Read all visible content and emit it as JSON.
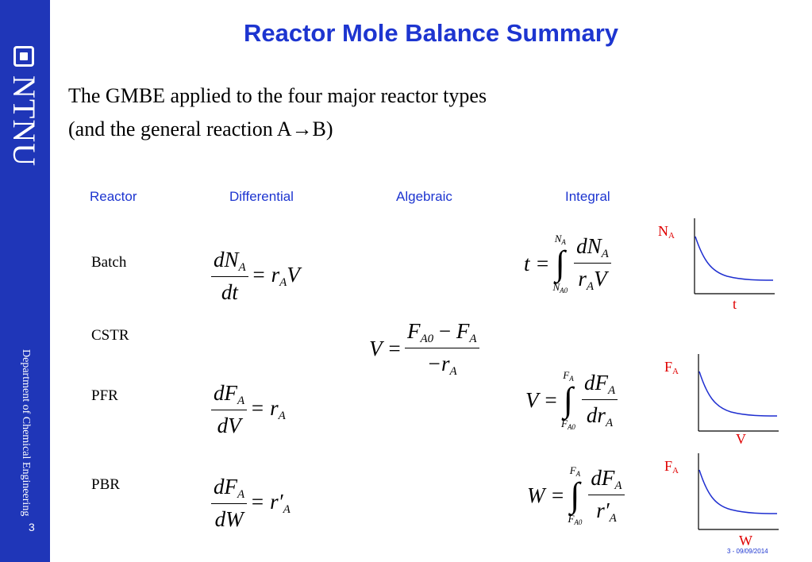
{
  "sidebar": {
    "brand": "NTNU",
    "department": "Department of Chemical Engineering",
    "page_number": "3",
    "logo_icon": "ntnu-logo-icon",
    "color": "#1f36b8"
  },
  "title": "Reactor Mole Balance Summary",
  "intro": {
    "line1": "The GMBE applied to the four major reactor types",
    "line2_prefix": "(and the general reaction A",
    "line2_arrow": "→",
    "line2_suffix": "B)"
  },
  "columns": {
    "reactor": "Reactor",
    "differential": "Differential",
    "algebraic": "Algebraic",
    "integral": "Integral"
  },
  "rows": {
    "batch": "Batch",
    "cstr": "CSTR",
    "pfr": "PFR",
    "pbr": "PBR"
  },
  "equations": {
    "batch_diff": {
      "num": "dN",
      "num_sub": "A",
      "den": "dt",
      "rhs": "= r",
      "rhs_sub": "A",
      "rhs_tail": "V"
    },
    "batch_int": {
      "lhs": "t =",
      "upper": "N",
      "upper_sub": "A",
      "lower": "N",
      "lower_sub": "A0",
      "num": "dN",
      "num_sub": "A",
      "den": "r",
      "den_sub": "A",
      "den_tail": "V"
    },
    "cstr_alg": {
      "lhs": "V =",
      "num_a": "F",
      "num_a_sub": "A0",
      "minus": " − ",
      "num_b": "F",
      "num_b_sub": "A",
      "den": "−r",
      "den_sub": "A"
    },
    "pfr_diff": {
      "num": "dF",
      "num_sub": "A",
      "den": "dV",
      "rhs": "= r",
      "rhs_sub": "A"
    },
    "pfr_int": {
      "lhs": "V =",
      "upper": "F",
      "upper_sub": "A",
      "lower": "F",
      "lower_sub": "A0",
      "num": "dF",
      "num_sub": "A",
      "den": "dr",
      "den_sub": "A"
    },
    "pbr_diff": {
      "num": "dF",
      "num_sub": "A",
      "den": "dW",
      "rhs": "= r′",
      "rhs_sub": "A"
    },
    "pbr_int": {
      "lhs": "W =",
      "upper": "F",
      "upper_sub": "A",
      "lower": "F",
      "lower_sub": "A0",
      "num": "dF",
      "num_sub": "A",
      "den": "r′",
      "den_sub": "A"
    }
  },
  "graphs": {
    "batch": {
      "ylabel": "N",
      "ylabel_sub": "A",
      "xlabel": "t"
    },
    "pfr": {
      "ylabel": "F",
      "ylabel_sub": "A",
      "xlabel": "V"
    },
    "pbr": {
      "ylabel": "F",
      "ylabel_sub": "A",
      "xlabel": "W"
    },
    "curve_color": "#1f2fd0",
    "label_color": "#e00000"
  },
  "footer": "3 - 09/09/2014"
}
